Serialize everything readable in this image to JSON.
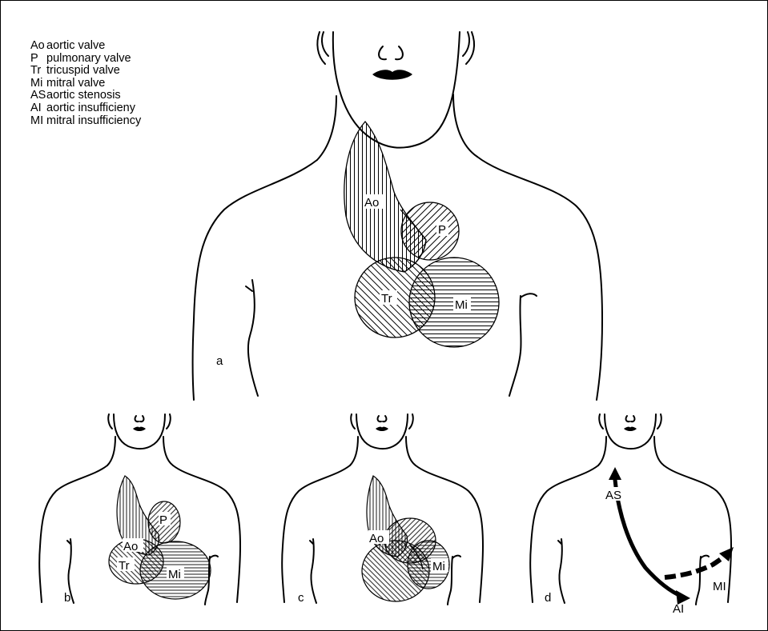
{
  "legend": [
    {
      "abbr": "Ao",
      "text": "aortic valve"
    },
    {
      "abbr": "P",
      "text": "pulmonary valve"
    },
    {
      "abbr": "Tr",
      "text": "tricuspid valve"
    },
    {
      "abbr": "Mi",
      "text": "mitral valve"
    },
    {
      "abbr": "AS",
      "text": "aortic stenosis"
    },
    {
      "abbr": "AI",
      "text": "aortic insufficieny"
    },
    {
      "abbr": "MI",
      "text": "mitral insufficiency"
    }
  ],
  "panels": {
    "a": {
      "letter": "a",
      "labels": {
        "ao": "Ao",
        "p": "P",
        "tr": "Tr",
        "mi": "Mi"
      }
    },
    "b": {
      "letter": "b",
      "labels": {
        "ao": "Ao",
        "p": "P",
        "tr": "Tr",
        "mi": "Mi"
      }
    },
    "c": {
      "letter": "c",
      "labels": {
        "ao": "Ao",
        "mi": "Mi"
      }
    },
    "d": {
      "letter": "d",
      "labels": {
        "as": "AS",
        "ai": "AI",
        "mi": "MI"
      }
    }
  }
}
